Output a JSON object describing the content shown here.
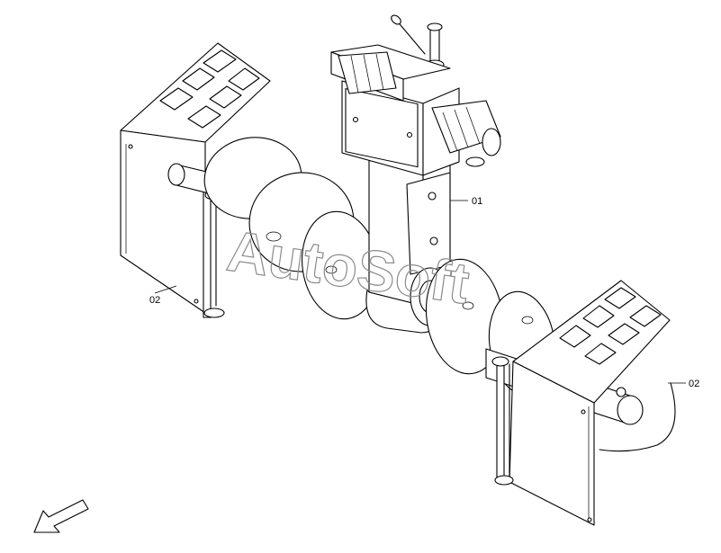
{
  "labels": {
    "frame": "01",
    "side_plate_left": "02",
    "side_plate_right": "02"
  },
  "watermark": {
    "text": "AutoSoft"
  },
  "icons": {
    "direction_arrow": "arrow-down-left-icon"
  }
}
